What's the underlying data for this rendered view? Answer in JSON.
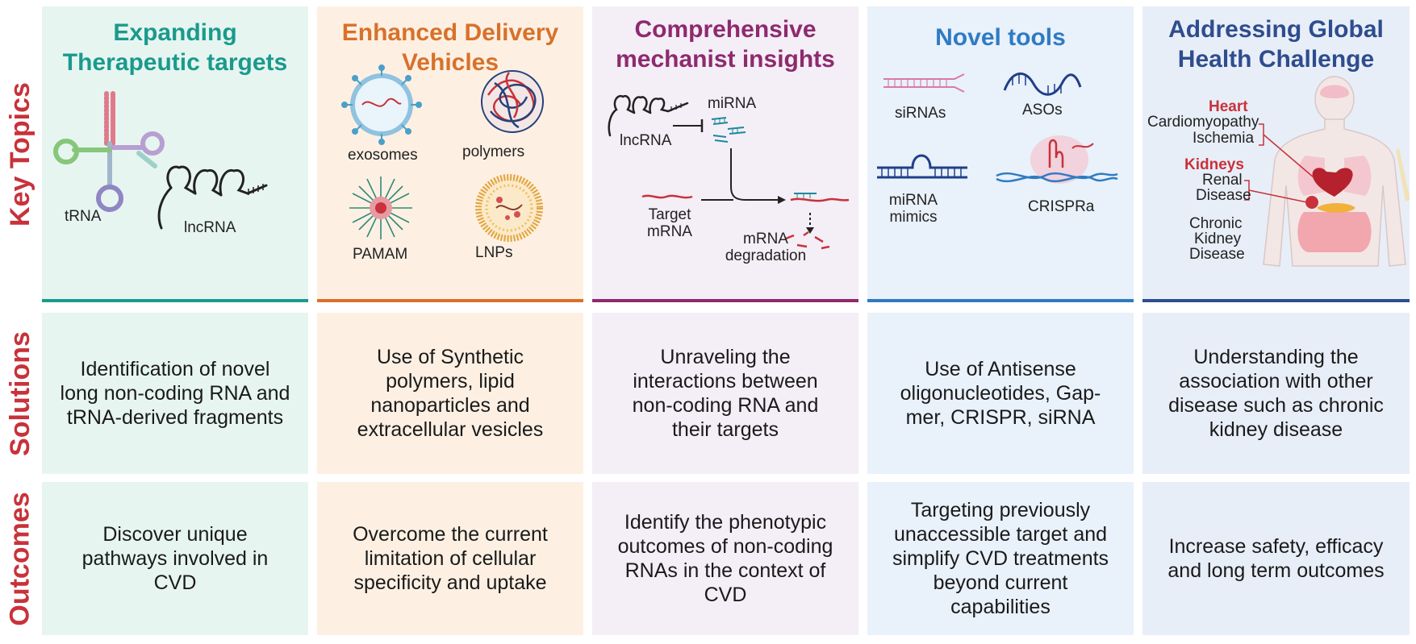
{
  "rows": {
    "key_topics": "Key Topics",
    "solutions": "Solutions",
    "outcomes": "Outcomes"
  },
  "columns": [
    {
      "title_line1": "Expanding",
      "title_line2": "Therapeutic targets",
      "color": "#1a9a8c",
      "labels": {
        "trna": "tRNA",
        "lncrna": "lncRNA"
      },
      "solution": "Identification of novel long non-coding RNA and tRNA-derived fragments",
      "outcome": "Discover unique pathways involved in CVD"
    },
    {
      "title_line1": "Enhanced Delivery",
      "title_line2": "Vehicles",
      "color": "#d8712a",
      "labels": {
        "exosomes": "exosomes",
        "polymers": "polymers",
        "pamam": "PAMAM",
        "lnps": "LNPs"
      },
      "solution": "Use of Synthetic polymers, lipid nanoparticles and extracellular vesicles",
      "outcome": "Overcome the current limitation of cellular specificity and uptake"
    },
    {
      "title_line1": "Comprehensive",
      "title_line2": "mechanist insights",
      "color": "#8e2a6e",
      "labels": {
        "lncrna": "lncRNA",
        "mirna": "miRNA",
        "target1": "Target",
        "target2": "mRNA",
        "degr1": "mRNA",
        "degr2": "degradation"
      },
      "solution": "Unraveling the interactions between non-coding RNA and their targets",
      "outcome": "Identify the phenotypic outcomes of non-coding RNAs in the context of CVD"
    },
    {
      "title_line1": "Novel tools",
      "title_line2": "",
      "color": "#2e7bc4",
      "labels": {
        "sirnas": "siRNAs",
        "asos": "ASOs",
        "mimics1": "miRNA",
        "mimics2": "mimics",
        "crispra": "CRISPRa"
      },
      "solution": "Use of Antisense oligonucleotides, Gap-mer, CRISPR, siRNA",
      "outcome": "Targeting previously unaccessible target and simplify CVD treatments beyond current capabilities"
    },
    {
      "title_line1": "Addressing Global",
      "title_line2": "Health Challenge",
      "color": "#2e4d8e",
      "labels": {
        "heart": "Heart",
        "cardio": "Cardiomyopathy",
        "isch": "Ischemia",
        "kidneys": "Kidneys",
        "renal1": "Renal",
        "renal2": "Disease",
        "ckd1": "Chronic",
        "ckd2": "Kidney",
        "ckd3": "Disease"
      },
      "solution": "Understanding the association with other disease such as chronic kidney disease",
      "outcome": "Increase safety, efficacy and long term outcomes"
    }
  ]
}
